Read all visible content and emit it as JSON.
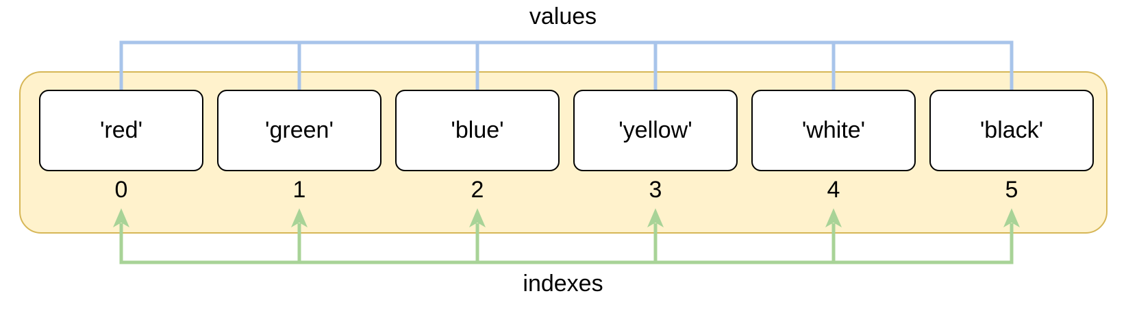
{
  "diagram": {
    "top_label": "values",
    "bottom_label": "indexes",
    "cells": [
      {
        "value": "'red'",
        "index": "0"
      },
      {
        "value": "'green'",
        "index": "1"
      },
      {
        "value": "'blue'",
        "index": "2"
      },
      {
        "value": "'yellow'",
        "index": "3"
      },
      {
        "value": "'white'",
        "index": "4"
      },
      {
        "value": "'black'",
        "index": "5"
      }
    ],
    "colors": {
      "container_fill": "#FFF2CC",
      "container_border": "#D6B656",
      "values_arrow": "#A8C4EA",
      "indexes_arrow": "#A8D397",
      "cell_fill": "#FFFFFF",
      "cell_border": "#000000",
      "text": "#000000",
      "background": "#FFFFFF"
    }
  }
}
